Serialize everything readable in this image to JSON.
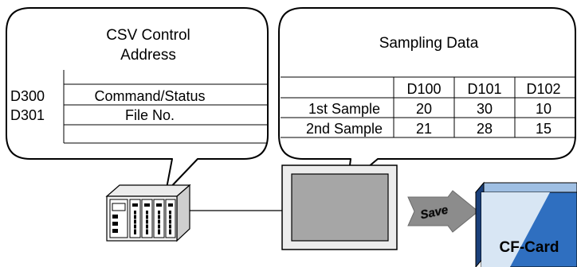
{
  "csv_callout": {
    "title_line1": "CSV Control",
    "title_line2": "Address",
    "rows": [
      {
        "address": "D300",
        "label": "Command/Status"
      },
      {
        "address": "D301",
        "label": "File No."
      }
    ]
  },
  "sampling_callout": {
    "title": "Sampling Data",
    "table": {
      "columns": [
        "D100",
        "D101",
        "D102"
      ],
      "rows": [
        {
          "label": "1st Sample",
          "values": [
            "20",
            "30",
            "10"
          ]
        },
        {
          "label": "2nd Sample",
          "values": [
            "21",
            "28",
            "15"
          ]
        }
      ]
    }
  },
  "save_arrow": {
    "label": "Save"
  },
  "cf_card": {
    "label": "CF-Card"
  },
  "colors": {
    "card_blue": "#2f6fc0",
    "card_light": "#d8e6f4",
    "card_dark": "#1a3f7a",
    "arrow_gray": "#8c8c8c",
    "screen_gray": "#a6a6a6"
  }
}
